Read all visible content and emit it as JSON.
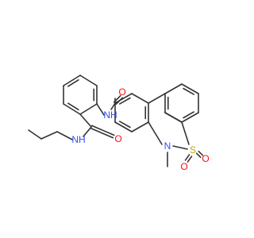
{
  "molecule": {
    "atoms": [
      {
        "id": "o_amide1",
        "text": "O",
        "color": "#ff0d0d"
      },
      {
        "id": "n_amide1",
        "text": "NH",
        "color": "#3050f8"
      },
      {
        "id": "o_amide2",
        "text": "O",
        "color": "#ff0d0d"
      },
      {
        "id": "n_amide2",
        "text": "NH",
        "color": "#3050f8"
      },
      {
        "id": "sulfur",
        "text": "S",
        "color": "#c8a000"
      },
      {
        "id": "o_sulfonyl1",
        "text": "O",
        "color": "#ff0d0d"
      },
      {
        "id": "o_sulfonyl2",
        "text": "O",
        "color": "#ff0d0d"
      },
      {
        "id": "n_ring",
        "text": "N",
        "color": "#3050f8"
      }
    ],
    "bond_color": "#333333"
  }
}
